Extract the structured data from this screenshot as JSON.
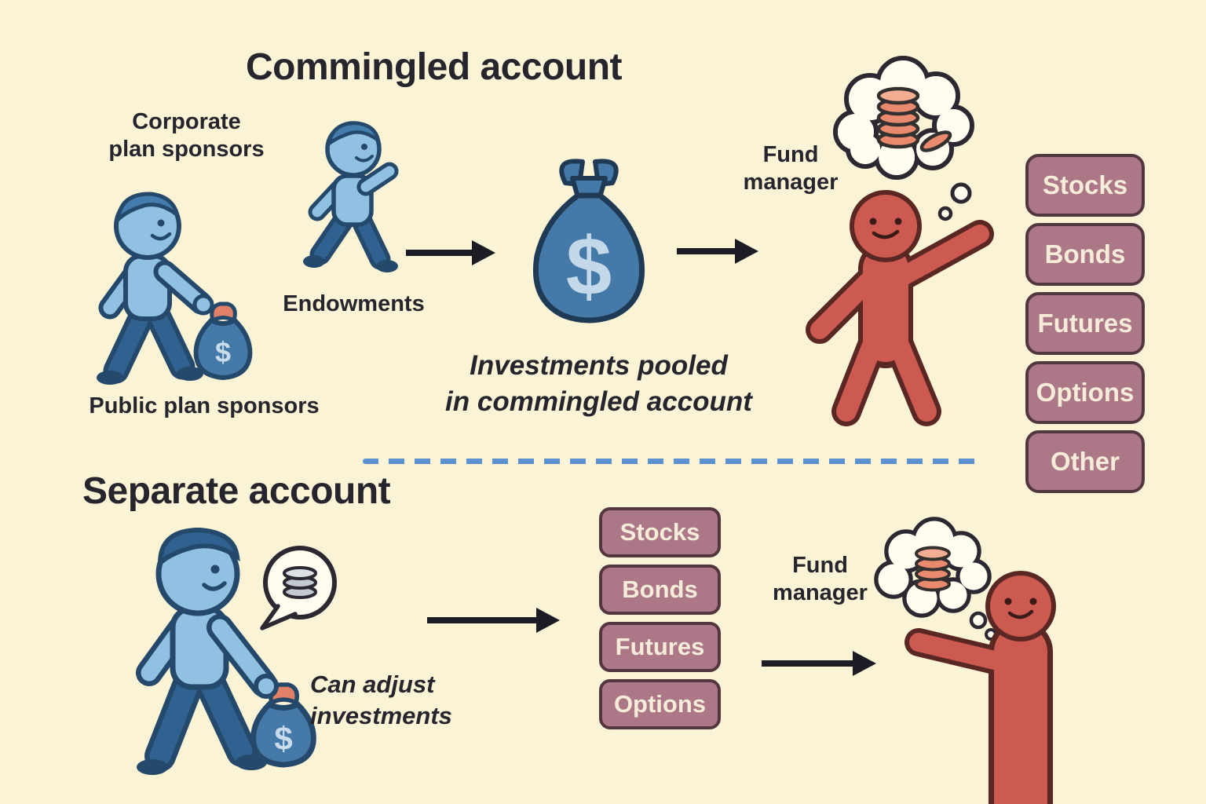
{
  "colors": {
    "background": "#FBF3D6",
    "ink": "#26242C",
    "blue-light": "#90C0E2",
    "blue-mid": "#447CAE",
    "blue-dark": "#2F6191",
    "navy": "#24496B",
    "bag-blue": "#4479A8",
    "bag-symbol": "#C8DCEC",
    "red": "#CD5A50",
    "red-outline": "#5A2723",
    "coin": "#E98A6E",
    "coin-light": "#F2AD92",
    "coin-gray": "#C4C9CF",
    "mauve": "#AC7888",
    "mauve-border": "#54363F",
    "button-text": "#F6ECD9",
    "divider": "#5D92D2",
    "arrow": "#1C1C24",
    "bubble": "#FFFCF0"
  },
  "commingled": {
    "title": "Commingled account",
    "corporate_label": "Corporate\nplan sponsors",
    "public_label": "Public plan sponsors",
    "endowments_label": "Endowments",
    "pooled_caption": "Investments pooled\nin commingled account",
    "fund_manager_label": "Fund\nmanager",
    "money_bag_symbol": "$",
    "sponsor_bag_symbol": "$",
    "assets": [
      "Stocks",
      "Bonds",
      "Futures",
      "Options",
      "Other"
    ]
  },
  "separate": {
    "title": "Separate account",
    "adjust_caption": "Can adjust\ninvestments",
    "fund_manager_label": "Fund\nmanager",
    "money_bag_symbol": "$",
    "assets": [
      "Stocks",
      "Bonds",
      "Futures",
      "Options"
    ]
  }
}
